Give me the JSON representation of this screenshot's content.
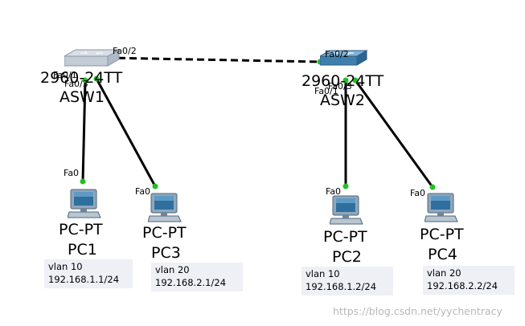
{
  "colors": {
    "link": "#000000",
    "link_up": "#22c022",
    "note_bg": "#eef0f6",
    "watermark": "#b8b8b8"
  },
  "devices": {
    "asw1": {
      "model": "2960-24TT",
      "name": "ASW1",
      "icon": "switch-icon"
    },
    "asw2": {
      "model": "2960-24TT",
      "name": "ASW2",
      "icon": "switch-icon"
    },
    "pc1": {
      "model": "PC-PT",
      "name": "PC1",
      "icon": "pc-icon",
      "port": "Fa0"
    },
    "pc2": {
      "model": "PC-PT",
      "name": "PC2",
      "icon": "pc-icon",
      "port": "Fa0"
    },
    "pc3": {
      "model": "PC-PT",
      "name": "PC3",
      "icon": "pc-icon",
      "port": "Fa0"
    },
    "pc4": {
      "model": "PC-PT",
      "name": "PC4",
      "icon": "pc-icon",
      "port": "Fa0"
    }
  },
  "ports": {
    "asw1_fa01": "Fa0/1",
    "asw1_fa02": "Fa0/2",
    "asw1_fa03": "Fa0/3",
    "asw2_fa01": "Fa0/1",
    "asw2_fa02": "Fa0/2",
    "asw2_fa03": "Fa0/3"
  },
  "notes": {
    "pc1": {
      "vlan": "vlan 10",
      "ip": "192.168.1.1/24"
    },
    "pc3": {
      "vlan": "vlan 20",
      "ip": "192.168.2.1/24"
    },
    "pc2": {
      "vlan": "vlan 10",
      "ip": "192.168.1.2/24"
    },
    "pc4": {
      "vlan": "vlan 20",
      "ip": "192.168.2.2/24"
    }
  },
  "watermark": "https://blog.csdn.net/yychentracy"
}
